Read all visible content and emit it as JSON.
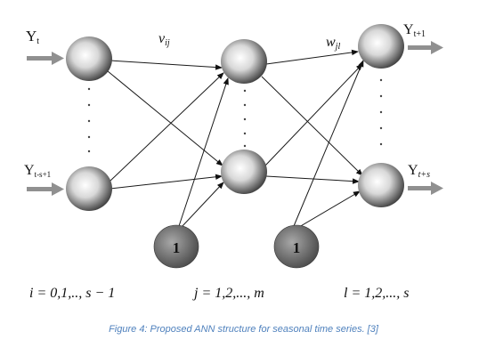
{
  "diagram": {
    "inputs": [
      {
        "label": "Y",
        "sub": "t"
      },
      {
        "label": "Y",
        "sub": "t-s+1"
      }
    ],
    "outputs": [
      {
        "label": "Y",
        "sub": "t+1"
      },
      {
        "label": "Y",
        "sub": "t+s"
      }
    ],
    "weights": [
      {
        "label": "v",
        "sub": "ij"
      },
      {
        "label": "w",
        "sub": "jl"
      }
    ],
    "bias_nodes": [
      "1",
      "1"
    ],
    "index_labels": {
      "input": "i = 0,1,.., s − 1",
      "hidden": "j = 1,2,..., m",
      "output": "l = 1,2,..., s"
    }
  },
  "caption": "Figure 4: Proposed ANN structure for seasonal time series. [3]",
  "colors": {
    "arrow": "#909090",
    "line": "#1a1a1a",
    "node_dark": "#3a3a3a",
    "node_light": "#ffffff",
    "bias_fill": "#7a7a7a",
    "caption": "#4f81bd"
  }
}
